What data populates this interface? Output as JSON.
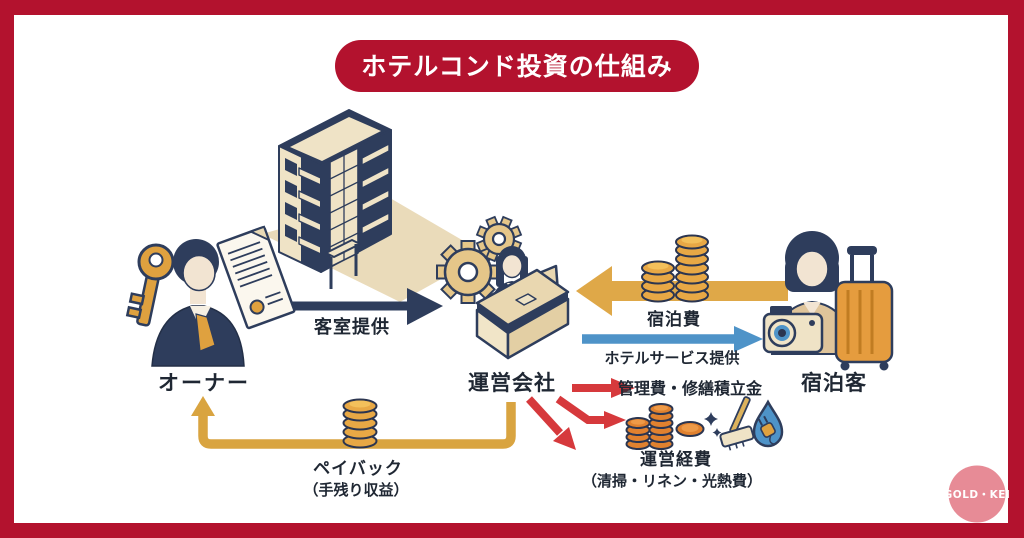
{
  "title": "ホテルコンド投資の仕組み",
  "nodes": {
    "owner": "オーナー",
    "company": "運営会社",
    "guest": "宿泊客"
  },
  "flows": {
    "room_provision": "客室提供",
    "accommodation_fee": "宿泊費",
    "hotel_service": "ホテルサービス提供",
    "management_fee": "管理費・修繕積立金",
    "operating_expenses": "運営経費",
    "operating_expenses_detail": "（清掃・リネン・光熱費）",
    "payback": "ペイバック",
    "payback_detail": "（手残り収益）"
  },
  "logo": "GOLD・KEI",
  "colors": {
    "frame_red": "#b3122e",
    "banner_red": "#b3122e",
    "navy": "#2e3d5c",
    "gold": "#d9a440",
    "blue": "#4e93c8",
    "arrow_red": "#d6393c",
    "orange_coin": "#e0812f",
    "gold_coin": "#e8a845",
    "beige": "#efe3c6",
    "logo_pink": "#e78b96",
    "text_dark": "#1f2733",
    "background": "#ffffff"
  },
  "icons": {
    "key-icon": "owner key",
    "document-icon": "contract with seal",
    "building-icon": "hotel condominium building",
    "gears-icon": "operation gears",
    "reception-desk-icon": "operator at front desk with monitor",
    "camera-icon": "guest camera",
    "suitcase-icon": "guest rolling suitcase",
    "coin-stack-icon": "stacks of coins",
    "broom-icon": "cleaning broom with sparkles",
    "utility-drop-icon": "utility flame drop with plug"
  }
}
